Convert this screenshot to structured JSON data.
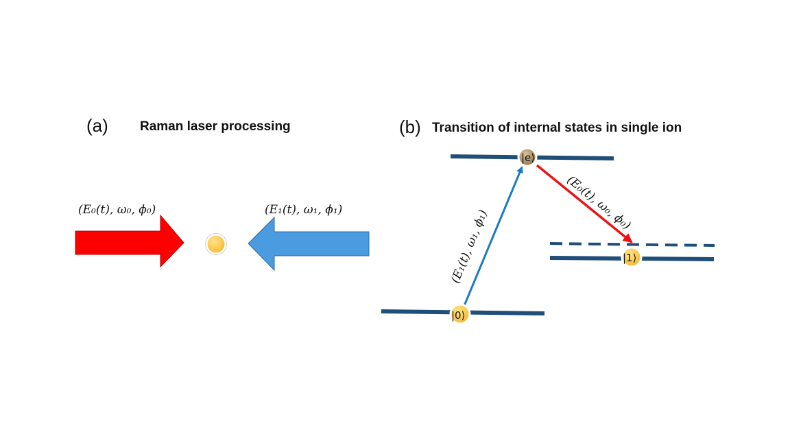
{
  "panel_a": {
    "label": "(a)",
    "title": "Raman laser processing",
    "left_beam_label": "(E₀(t), ω₀, ϕ₀)",
    "right_beam_label": "(E₁(t), ω₁, ϕ₁)"
  },
  "panel_b": {
    "label": "(b)",
    "title": "Transition of internal states in single ion",
    "excited_state": "|e⟩",
    "ground_state_0": "|0⟩",
    "ground_state_1": "|1⟩",
    "up_transition_label": "(E₁(t), ω₁, ϕ₁)",
    "down_transition_label": "(E₀(t), ω₀, ϕ₀)"
  },
  "colors": {
    "red_beam": "#ff0000",
    "blue_beam": "#4a9be0",
    "level_line": "#1f4e79",
    "up_arrow": "#1a7bc4",
    "down_arrow": "#ee1111",
    "ion": "#f7c948",
    "ion_excited": "#a88b5a"
  }
}
